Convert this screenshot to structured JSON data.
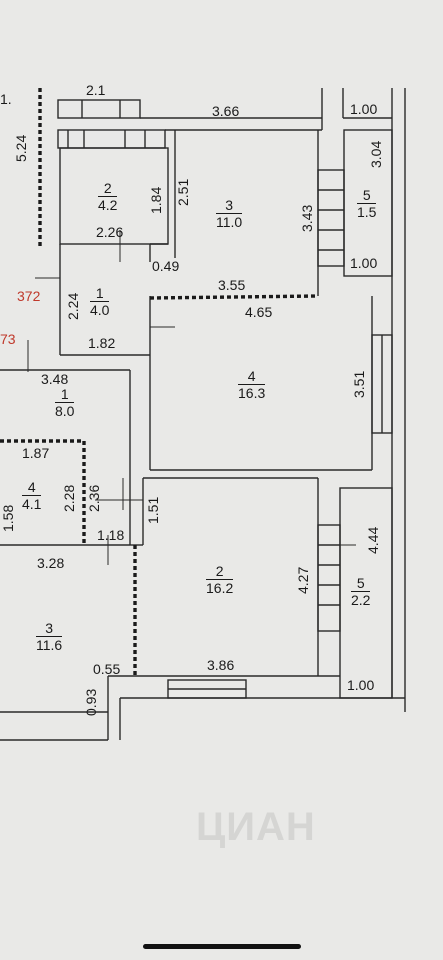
{
  "colors": {
    "paper": "#e9e9e7",
    "wall": "#2a2a2a",
    "dash": "#1a1a1a",
    "text": "#1a1a1a",
    "red_text": "#c0392b"
  },
  "dimensions": {
    "top_stub": "2.1",
    "top_width": "3.66",
    "top_right_width": "1.00",
    "left_wall_height": "5.24",
    "bath_width": "2.26",
    "bath_height": "1.84",
    "room3_left_height": "2.51",
    "stair_height": "3.43",
    "balcony_top_height": "3.04",
    "balcony_top_width": "1.00",
    "door_gap": "0.49",
    "corridor_width": "3.55",
    "room1_height": "2.24",
    "red_372": "372",
    "red_73": "73",
    "room4_width": "4.65",
    "room1_width": "1.82",
    "room4_height": "3.51",
    "room8_width": "3.48",
    "room41_width": "1.87",
    "room41_height_left": "1.58",
    "room41_height_mid": "2.28",
    "room41_height_right": "2.36",
    "hall_height": "1.51",
    "small_width": "1.18",
    "room3b_width": "3.28",
    "balcony_bottom_height": "4.44",
    "stair_bottom_height": "4.27",
    "notch_width": "0.55",
    "room2_width": "3.86",
    "bottom_right_width": "1.00",
    "bottom_left_height": "0.93",
    "edge_mark": "1."
  },
  "rooms": [
    {
      "id": "room-2-top",
      "number": "2",
      "area": "4.2"
    },
    {
      "id": "room-3-top",
      "number": "3",
      "area": "11.0"
    },
    {
      "id": "room-5-top",
      "number": "5",
      "area": "1.5"
    },
    {
      "id": "room-1-small",
      "number": "1",
      "area": "4.0"
    },
    {
      "id": "room-4-large",
      "number": "4",
      "area": "16.3"
    },
    {
      "id": "room-1-left",
      "number": "1",
      "area": "8.0"
    },
    {
      "id": "room-4-left",
      "number": "4",
      "area": "4.1"
    },
    {
      "id": "room-2-bottom",
      "number": "2",
      "area": "16.2"
    },
    {
      "id": "room-5-bottom",
      "number": "5",
      "area": "2.2"
    },
    {
      "id": "room-3-bottom",
      "number": "3",
      "area": "11.6"
    }
  ],
  "watermark": "ЦИАН"
}
